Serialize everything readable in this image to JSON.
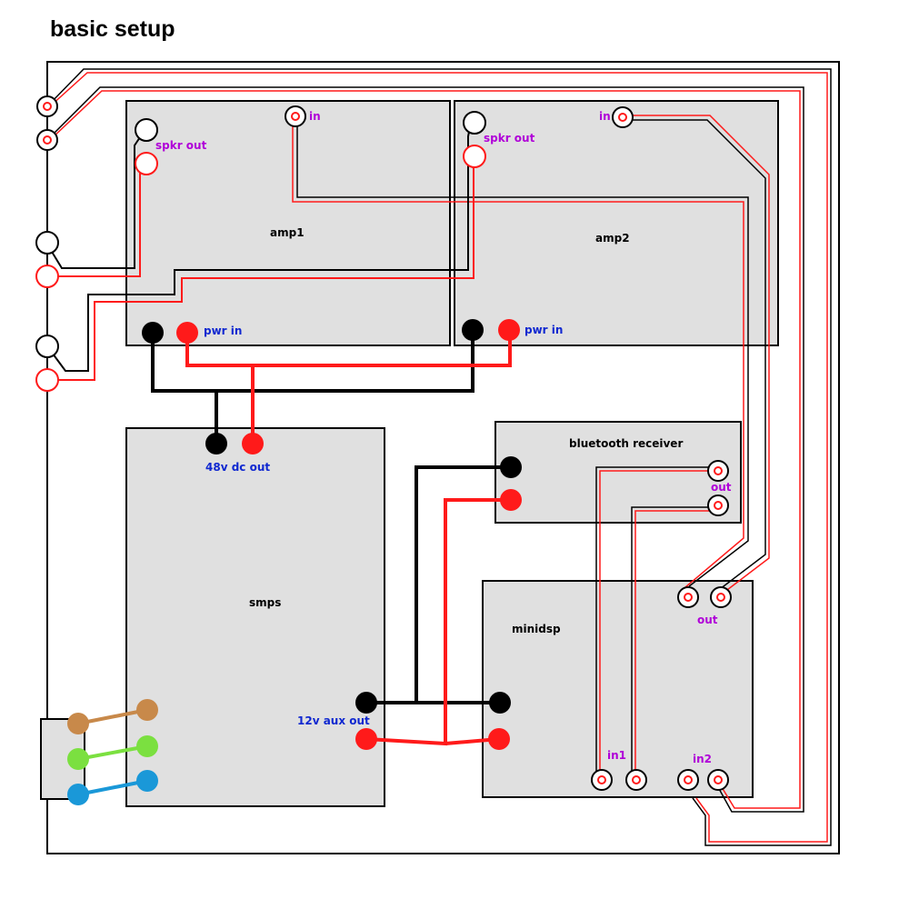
{
  "title": "basic setup",
  "colors": {
    "black_wire": "#000000",
    "red_wire": "#ff1a1a",
    "box_fill": "#e0e0e0",
    "terminal_black": "#000000",
    "terminal_red": "#ff1a1a",
    "label_purple": "#b000d8",
    "label_blue": "#1028d0",
    "brown": "#c8894a",
    "green": "#7be040",
    "blue": "#1a98d8"
  },
  "components": {
    "amp1": "amp1",
    "amp2": "amp2",
    "smps": "smps",
    "bluetooth": "bluetooth receiver",
    "minidsp": "minidsp"
  },
  "labels": {
    "amp1_in": "in",
    "amp1_spkr_out": "spkr out",
    "amp1_pwr_in": "pwr in",
    "amp2_in": "in",
    "amp2_spkr_out": "spkr out",
    "amp2_pwr_in": "pwr in",
    "smps_48v": "48v dc out",
    "smps_12v": "12v aux out",
    "bt_out": "out",
    "minidsp_out": "out",
    "minidsp_in1": "in1",
    "minidsp_in2": "in2"
  }
}
